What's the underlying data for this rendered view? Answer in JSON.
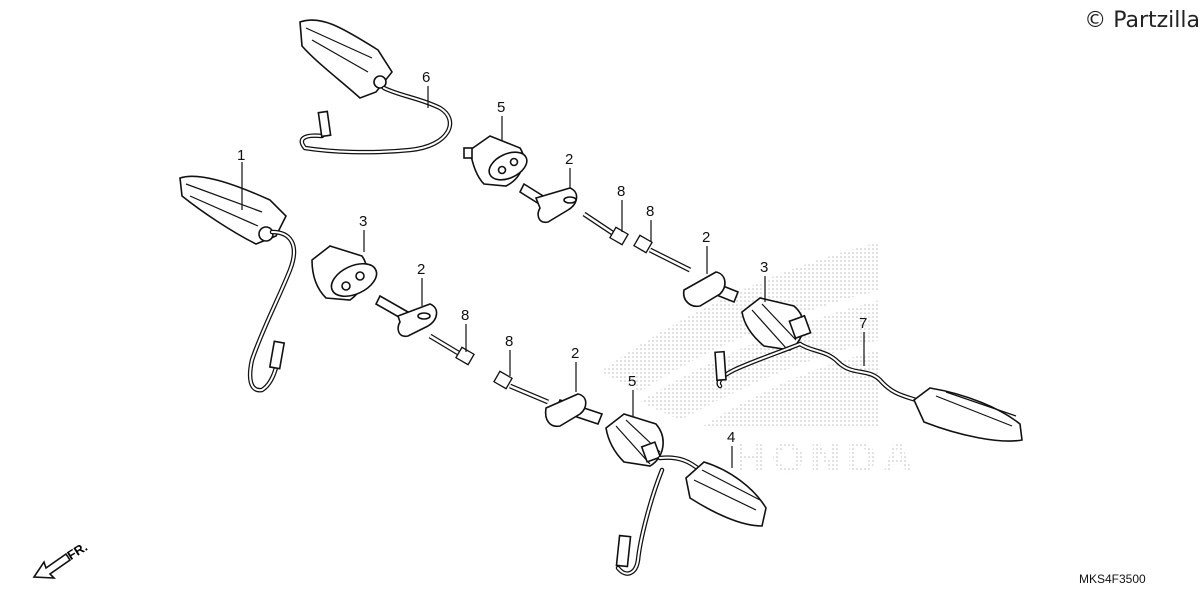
{
  "copyright": "© Partzilla",
  "diagram_code": "MKS4F3500",
  "direction_label": "FR.",
  "watermark": "HONDA",
  "callouts": [
    {
      "id": "callout-1",
      "text": "1"
    },
    {
      "id": "callout-6",
      "text": "6"
    },
    {
      "id": "callout-5-top",
      "text": "5"
    },
    {
      "id": "callout-2-a",
      "text": "2"
    },
    {
      "id": "callout-8-a",
      "text": "8"
    },
    {
      "id": "callout-8-b",
      "text": "8"
    },
    {
      "id": "callout-3-left",
      "text": "3"
    },
    {
      "id": "callout-2-b",
      "text": "2"
    },
    {
      "id": "callout-2-c",
      "text": "2"
    },
    {
      "id": "callout-3-right",
      "text": "3"
    },
    {
      "id": "callout-7",
      "text": "7"
    },
    {
      "id": "callout-8-c",
      "text": "8"
    },
    {
      "id": "callout-8-d",
      "text": "8"
    },
    {
      "id": "callout-2-d",
      "text": "2"
    },
    {
      "id": "callout-5-bottom",
      "text": "5"
    },
    {
      "id": "callout-4",
      "text": "4"
    }
  ]
}
